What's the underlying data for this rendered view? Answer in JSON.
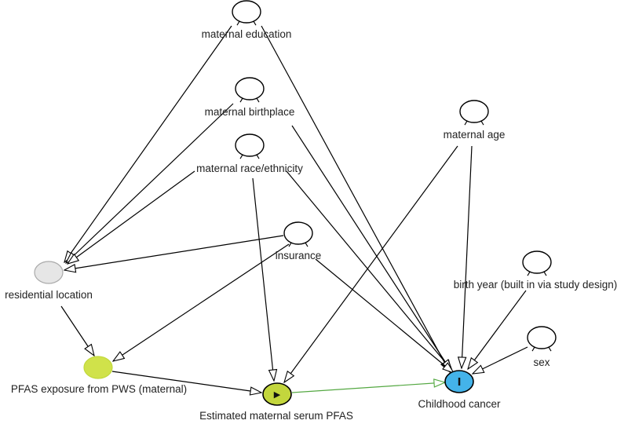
{
  "nodes": [
    {
      "id": "maternal_education",
      "label": "maternal education",
      "role": "ancestor"
    },
    {
      "id": "maternal_birthplace",
      "label": "maternal birthplace",
      "role": "ancestor"
    },
    {
      "id": "maternal_race",
      "label": "maternal race/ethnicity",
      "role": "ancestor"
    },
    {
      "id": "maternal_age",
      "label": "maternal age",
      "role": "ancestor"
    },
    {
      "id": "insurance",
      "label": "insurance",
      "role": "ancestor"
    },
    {
      "id": "residential_location",
      "label": "residential location",
      "role": "adjusted"
    },
    {
      "id": "birth_year",
      "label": "birth year (built in via study design)",
      "role": "ancestor"
    },
    {
      "id": "sex",
      "label": "sex",
      "role": "ancestor"
    },
    {
      "id": "pfas_pws",
      "label": "PFAS exposure from PWS (maternal)",
      "role": "exposure-ancestor"
    },
    {
      "id": "serum_pfas",
      "label": "Estimated maternal serum PFAS",
      "role": "exposure",
      "marker": "▶"
    },
    {
      "id": "childhood_cancer",
      "label": "Childhood cancer",
      "role": "outcome",
      "marker": "I"
    }
  ],
  "edges": [
    {
      "from": "maternal_education",
      "to": "residential_location",
      "type": "black"
    },
    {
      "from": "maternal_education",
      "to": "childhood_cancer",
      "type": "black"
    },
    {
      "from": "maternal_birthplace",
      "to": "residential_location",
      "type": "black"
    },
    {
      "from": "maternal_birthplace",
      "to": "childhood_cancer",
      "type": "black"
    },
    {
      "from": "maternal_race",
      "to": "residential_location",
      "type": "black"
    },
    {
      "from": "maternal_race",
      "to": "serum_pfas",
      "type": "black"
    },
    {
      "from": "maternal_race",
      "to": "childhood_cancer",
      "type": "black"
    },
    {
      "from": "maternal_age",
      "to": "serum_pfas",
      "type": "black"
    },
    {
      "from": "maternal_age",
      "to": "childhood_cancer",
      "type": "black"
    },
    {
      "from": "insurance",
      "to": "residential_location",
      "type": "black"
    },
    {
      "from": "insurance",
      "to": "pfas_pws",
      "type": "black"
    },
    {
      "from": "insurance",
      "to": "childhood_cancer",
      "type": "black"
    },
    {
      "from": "residential_location",
      "to": "pfas_pws",
      "type": "black"
    },
    {
      "from": "pfas_pws",
      "to": "serum_pfas",
      "type": "black"
    },
    {
      "from": "serum_pfas",
      "to": "childhood_cancer",
      "type": "causal"
    },
    {
      "from": "birth_year",
      "to": "childhood_cancer",
      "type": "black"
    },
    {
      "from": "sex",
      "to": "childhood_cancer",
      "type": "black"
    }
  ],
  "colors": {
    "ancestor_fill": "#ffffff",
    "adjusted_fill": "#e6e6e6",
    "adjusted_stroke": "#aaaaaa",
    "exposure_ancestor_fill": "#d0e24a",
    "exposure_ancestor_stroke": "#c1d83c",
    "exposure_fill": "#c3d63d",
    "outcome_fill": "#44b3e9",
    "black_edge": "#000000",
    "causal_edge": "#54a842"
  }
}
